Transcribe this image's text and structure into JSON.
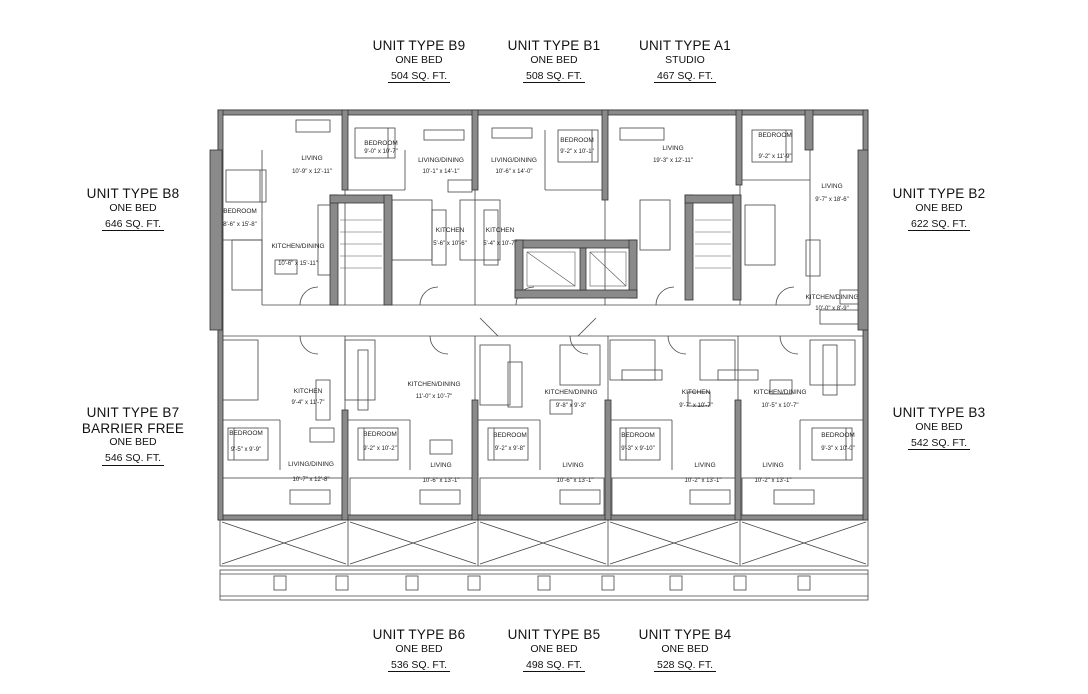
{
  "units": {
    "b9": {
      "type": "UNIT TYPE B9",
      "beds": "ONE BED",
      "area": "504 SQ. FT."
    },
    "b1": {
      "type": "UNIT TYPE B1",
      "beds": "ONE BED",
      "area": "508 SQ. FT."
    },
    "a1": {
      "type": "UNIT TYPE A1",
      "beds": "STUDIO",
      "area": "467 SQ. FT."
    },
    "b8": {
      "type": "UNIT TYPE B8",
      "beds": "ONE BED",
      "area": "646 SQ. FT."
    },
    "b2": {
      "type": "UNIT TYPE B2",
      "beds": "ONE BED",
      "area": "622 SQ. FT."
    },
    "b7": {
      "type": "UNIT TYPE B7",
      "subtype": "BARRIER FREE",
      "beds": "ONE BED",
      "area": "546 SQ. FT."
    },
    "b3": {
      "type": "UNIT TYPE B3",
      "beds": "ONE BED",
      "area": "542 SQ. FT."
    },
    "b6": {
      "type": "UNIT TYPE B6",
      "beds": "ONE BED",
      "area": "536 SQ. FT."
    },
    "b5": {
      "type": "UNIT TYPE B5",
      "beds": "ONE BED",
      "area": "498 SQ. FT."
    },
    "b4": {
      "type": "UNIT TYPE B4",
      "beds": "ONE BED",
      "area": "528 SQ. FT."
    }
  },
  "rooms": {
    "b9_bedroom": {
      "name": "BEDROOM",
      "dim": "9'-0\" x 10'-7\""
    },
    "b9_living": {
      "name": "LIVING",
      "dim": "10'-9\" x 12'-11\""
    },
    "b9_living_dining": {
      "name": "LIVING/DINING",
      "dim": "10'-1\" x 14'-1\""
    },
    "b9_kitchen": {
      "name": "KITCHEN",
      "dim": "5'-6\" x 10'-6\""
    },
    "b1_living_dining": {
      "name": "LIVING/DINING",
      "dim": "10'-6\" x 14'-0\""
    },
    "b1_kitchen": {
      "name": "KITCHEN",
      "dim": "5'-4\" x 10'-7\""
    },
    "b1_bedroom": {
      "name": "BEDROOM",
      "dim": "9'-2\" x 10'-1\""
    },
    "a1_living": {
      "name": "LIVING",
      "dim": "19'-3\" x 12'-11\""
    },
    "b2_bedroom": {
      "name": "BEDROOM",
      "dim": "9'-2\" x 11'-9\""
    },
    "b2_living": {
      "name": "LIVING",
      "dim": "9'-7\" x 18'-6\""
    },
    "b2_kitchen_dining": {
      "name": "KITCHEN/DINING",
      "dim": "10'-0\" x 8'-9\""
    },
    "b8_bedroom": {
      "name": "BEDROOM",
      "dim": "8'-6\" x 15'-8\""
    },
    "b8_kitchen_dining": {
      "name": "KITCHEN/DINING",
      "dim": "10'-6\" x 15'-11\""
    },
    "b7_kitchen": {
      "name": "KITCHEN",
      "dim": "9'-4\" x 11'-7\""
    },
    "b7_bedroom": {
      "name": "BEDROOM",
      "dim": "9'-5\" x 9'-9\""
    },
    "b7_living_dining": {
      "name": "LIVING/DINING",
      "dim": "10'-7\" x 12'-8\""
    },
    "b6_bedroom": {
      "name": "BEDROOM",
      "dim": "9'-2\" x 10'-2\""
    },
    "b6_kitchen_dining": {
      "name": "KITCHEN/DINING",
      "dim": "11'-0\" x 10'-7\""
    },
    "b6_living": {
      "name": "LIVING",
      "dim": "10'-6\" x 13'-1\""
    },
    "b5_kitchen_dining": {
      "name": "KITCHEN/DINING",
      "dim": "9'-8\" x 9'-3\""
    },
    "b5_bedroom": {
      "name": "BEDROOM",
      "dim": "9'-2\" x 9'-8\""
    },
    "b5_living": {
      "name": "LIVING",
      "dim": "10'-6\" x 13'-1\""
    },
    "b4_kitchen": {
      "name": "KITCHEN",
      "dim": "9'-7\" x 10'-7\""
    },
    "b4_bedroom": {
      "name": "BEDROOM",
      "dim": "9'-3\" x 9'-10\""
    },
    "b4_living": {
      "name": "LIVING",
      "dim": "10'-2\" x 13'-1\""
    },
    "b3_kitchen_dining": {
      "name": "KITCHEN/DINING",
      "dim": "10'-5\" x 10'-7\""
    },
    "b3_living": {
      "name": "LIVING",
      "dim": "10'-2\" x 13'-1\""
    },
    "b3_bedroom": {
      "name": "BEDROOM",
      "dim": "9'-3\" x 10'-0\""
    }
  },
  "colors": {
    "wall": "#7a7a7a",
    "wall_edge": "#333333",
    "line": "#444444",
    "background": "#ffffff"
  }
}
